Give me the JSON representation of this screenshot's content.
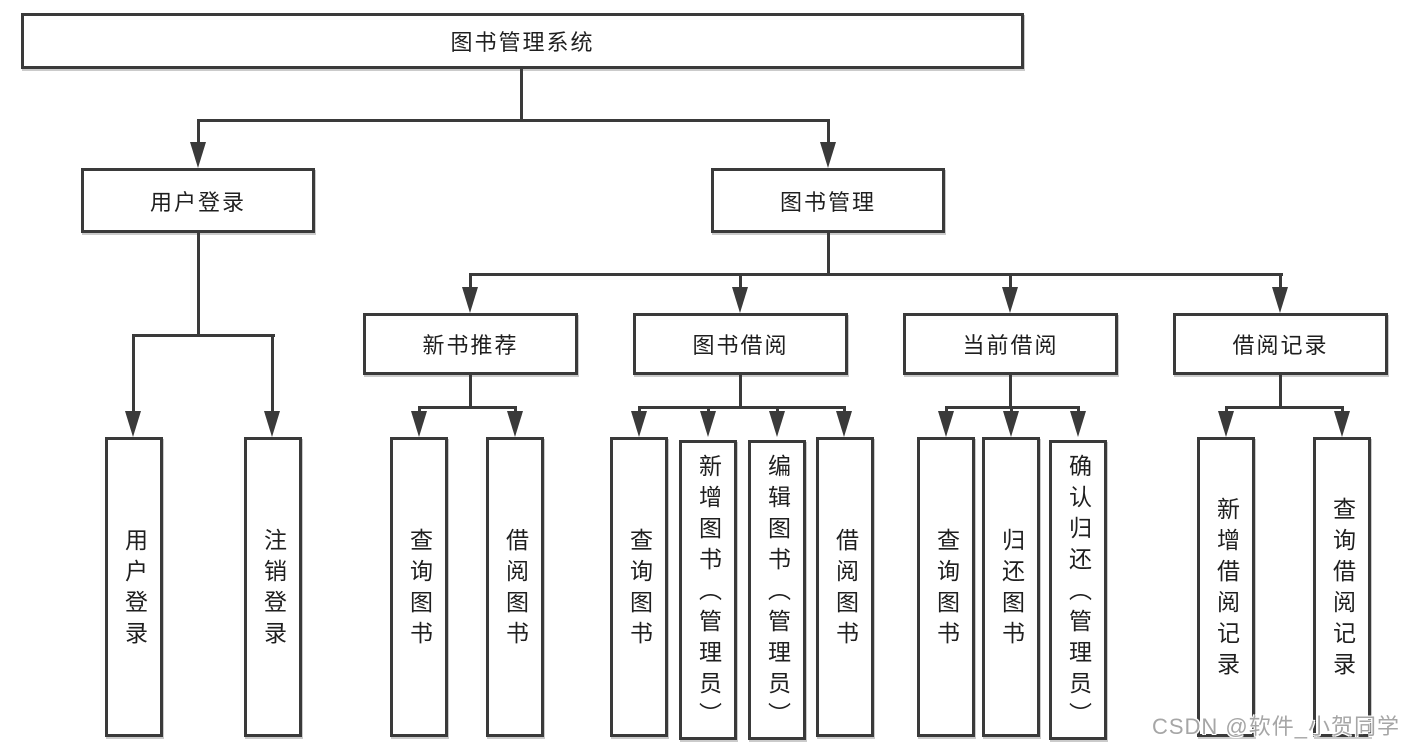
{
  "diagram": {
    "nodes": {
      "root": "图书管理系统",
      "user_login": "用户登录",
      "book_management": "图书管理",
      "new_book_recommend": "新书推荐",
      "book_borrowing": "图书借阅",
      "current_borrowing": "当前借阅",
      "borrowing_records": "借阅记录",
      "leaf_user_login": "用户登录",
      "leaf_logout": "注销登录",
      "leaf_nb_query_book": "查询图书",
      "leaf_nb_borrow_book": "借阅图书",
      "leaf_bb_query_book": "查询图书",
      "leaf_bb_add_book_admin": "新增图书（管理员）",
      "leaf_bb_edit_book_admin": "编辑图书（管理员）",
      "leaf_bb_borrow_book": "借阅图书",
      "leaf_cb_query_book": "查询图书",
      "leaf_cb_return_book": "归还图书",
      "leaf_cb_confirm_return_admin": "确认归还（管理员）",
      "leaf_br_add_record": "新增借阅记录",
      "leaf_br_query_record": "查询借阅记录"
    },
    "watermark": "CSDN @软件_小贺同学",
    "colors": {
      "line": "#3a3a3a",
      "text": "#1f1f1f",
      "background": "#ffffff",
      "watermark": "#a6a6a6"
    }
  }
}
